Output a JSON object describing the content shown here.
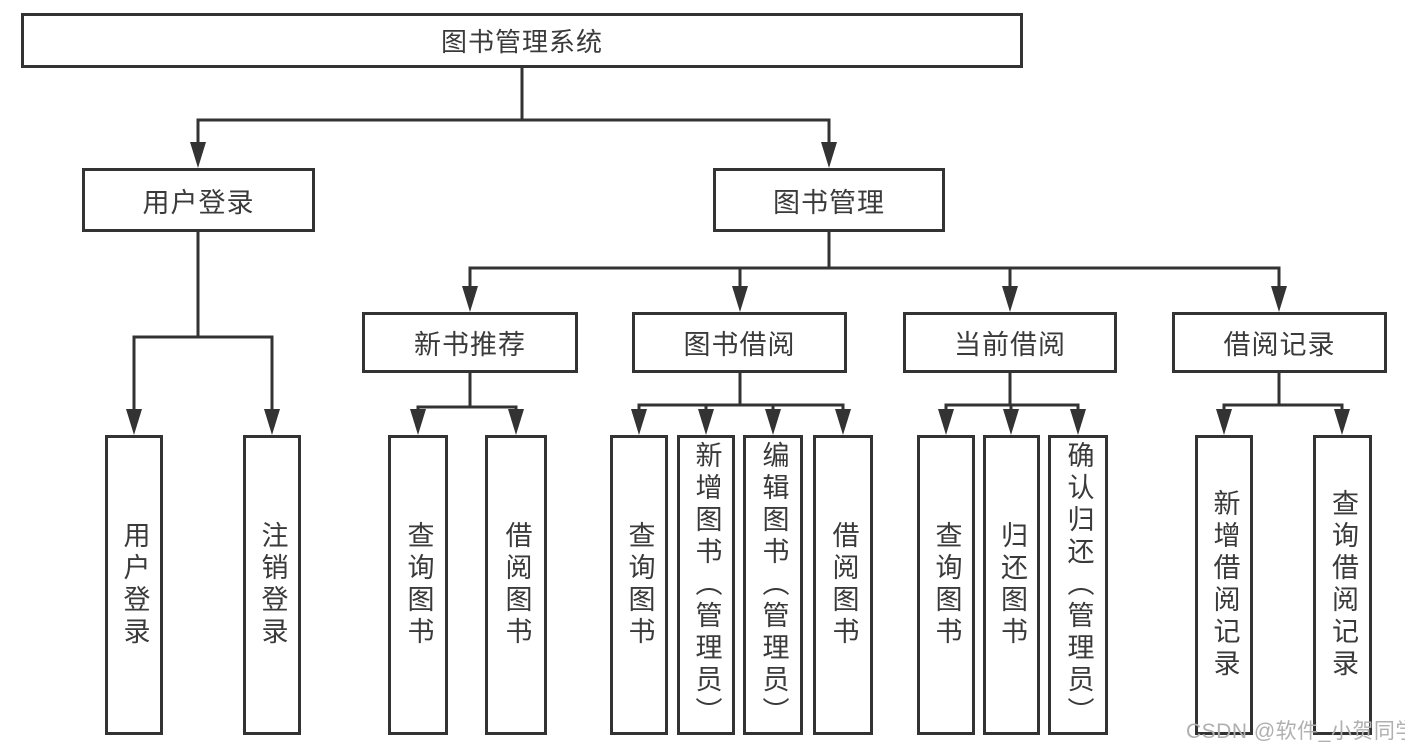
{
  "diagram": {
    "root": {
      "label": "图书管理系统"
    },
    "branches": [
      {
        "label": "用户登录",
        "children": [
          {
            "label": "用户登录"
          },
          {
            "label": "注销登录"
          }
        ]
      },
      {
        "label": "图书管理",
        "children": [
          {
            "label": "新书推荐",
            "children": [
              {
                "label": "查询图书"
              },
              {
                "label": "借阅图书"
              }
            ]
          },
          {
            "label": "图书借阅",
            "children": [
              {
                "label": "查询图书"
              },
              {
                "label": "新增图书（管理员）"
              },
              {
                "label": "编辑图书（管理员）"
              },
              {
                "label": "借阅图书"
              }
            ]
          },
          {
            "label": "当前借阅",
            "children": [
              {
                "label": "查询图书"
              },
              {
                "label": "归还图书"
              },
              {
                "label": "确认归还（管理员）"
              }
            ]
          },
          {
            "label": "借阅记录",
            "children": [
              {
                "label": "新增借阅记录"
              },
              {
                "label": "查询借阅记录"
              }
            ]
          }
        ]
      }
    ],
    "watermark": "CSDN @软件_小贺同学",
    "colors": {
      "background": "#ffffff",
      "box_fill": "#ffffff",
      "box_border": "#333333",
      "line": "#333333",
      "text": "#3a3a3a",
      "watermark": "#b0b0b0"
    }
  }
}
